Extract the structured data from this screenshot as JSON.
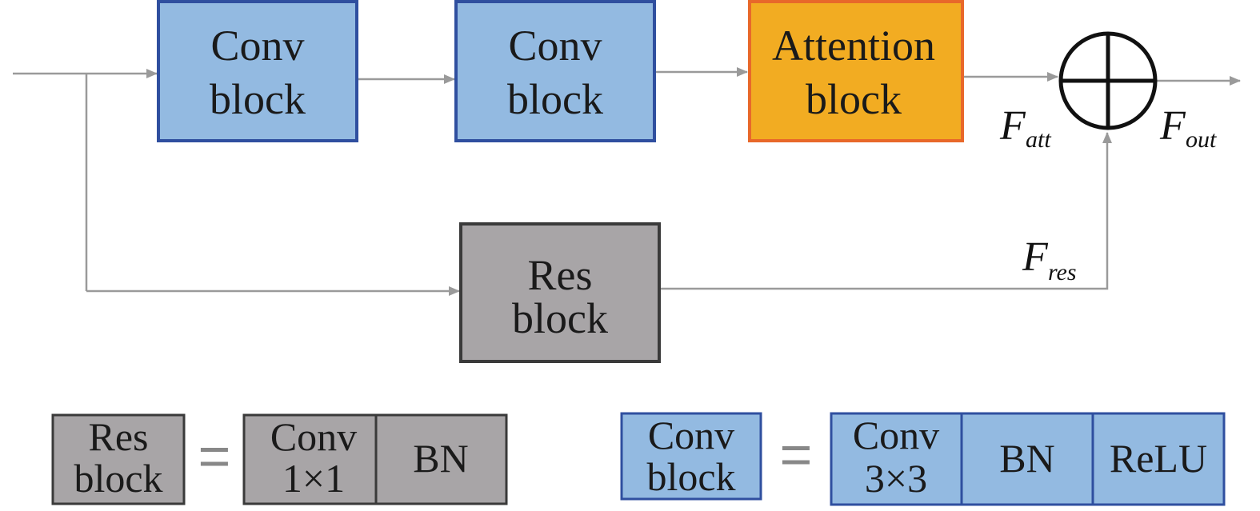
{
  "colors": {
    "conv_fill": "#93bae1",
    "conv_stroke": "#2f4f9f",
    "attention_fill": "#f2ac22",
    "attention_stroke": "#e8682a",
    "res_fill": "#a8a5a7",
    "res_stroke": "#3a3a3a",
    "arrow": "#9a9a9a",
    "plus_stroke": "#111111"
  },
  "main": {
    "conv1": {
      "line1": "Conv",
      "line2": "block"
    },
    "conv2": {
      "line1": "Conv",
      "line2": "block"
    },
    "attention": {
      "line1": "Attention",
      "line2": "block"
    },
    "res": {
      "line1": "Res",
      "line2": "block"
    }
  },
  "symbols": {
    "f_att": {
      "main": "F",
      "sub": "att"
    },
    "f_out": {
      "main": "F",
      "sub": "out"
    },
    "f_res": {
      "main": "F",
      "sub": "res"
    }
  },
  "legend": {
    "res_def": {
      "name_line1": "Res",
      "name_line2": "block",
      "equals": "=",
      "parts": [
        {
          "line1": "Conv",
          "line2": "1×1"
        },
        {
          "line1": "BN"
        }
      ]
    },
    "conv_def": {
      "name_line1": "Conv",
      "name_line2": "block",
      "equals": "=",
      "parts": [
        {
          "line1": "Conv",
          "line2": "3×3"
        },
        {
          "line1": "BN"
        },
        {
          "line1": "ReLU"
        }
      ]
    }
  }
}
